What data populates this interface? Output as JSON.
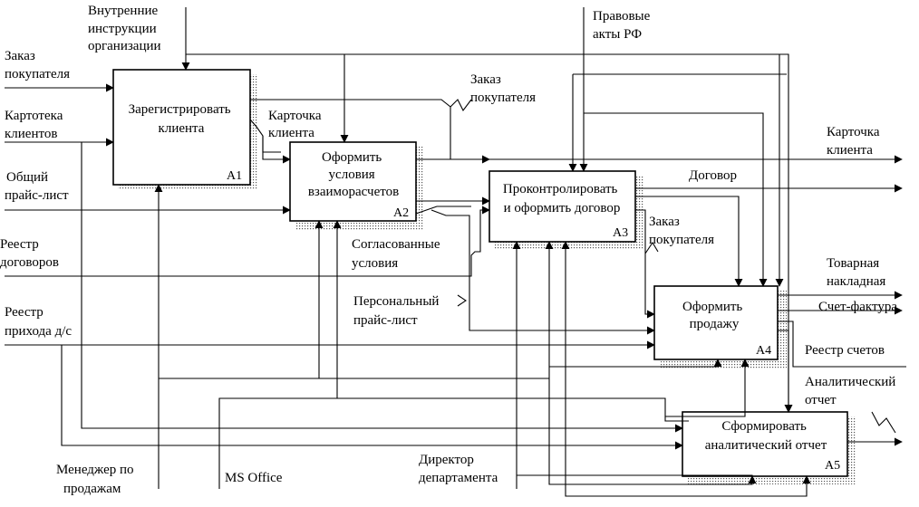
{
  "boxes": [
    {
      "id": "A1",
      "lines": [
        "Зарегистрировать",
        "клиента"
      ]
    },
    {
      "id": "A2",
      "lines": [
        "Оформить",
        "условия",
        "взаиморасчетов"
      ]
    },
    {
      "id": "A3",
      "lines": [
        "Проконтролировать",
        "и оформить договор"
      ]
    },
    {
      "id": "A4",
      "lines": [
        "Оформить",
        "продажу"
      ]
    },
    {
      "id": "A5",
      "lines": [
        "Сформировать",
        "аналитический отчет"
      ]
    }
  ],
  "labels": {
    "inputs": {
      "zakaz": [
        "Заказ",
        "покупателя"
      ],
      "kartoteka": [
        "Картотека",
        "клиентов"
      ],
      "price": [
        "Общий",
        "прайс-лист"
      ],
      "reestr_dog": [
        "Реестр",
        "договоров"
      ],
      "reestr_ds": [
        "Реестр",
        "прихода д/с"
      ]
    },
    "controls": {
      "vnutr": [
        "Внутренние",
        "инструкции",
        "организации"
      ],
      "pravo": [
        "Правовые",
        "акты РФ"
      ]
    },
    "mechanisms": {
      "manager": [
        "Менеджер по",
        "продажам"
      ],
      "msoffice": [
        "MS Office"
      ],
      "director": [
        "Директор",
        "департамента"
      ]
    },
    "outputs": {
      "kartochka_out": [
        "Карточка",
        "клиента"
      ],
      "dogovor": [
        "Договор"
      ],
      "tovar": [
        "Товарная",
        "накладная"
      ],
      "schet": [
        "Счет-фактура"
      ],
      "reestr_schet": [
        "Реестр счетов"
      ],
      "analit": [
        "Аналитический",
        "отчет"
      ]
    },
    "internal": {
      "kartochka_a1": [
        "Карточка",
        "клиента"
      ],
      "zakaz_top": [
        "Заказ",
        "покупателя"
      ],
      "zakaz_a3": [
        "Заказ",
        "покупателя"
      ],
      "soglas": [
        "Согласованные",
        "условия"
      ],
      "personal": [
        "Персональный",
        "прайс-лист"
      ]
    }
  }
}
